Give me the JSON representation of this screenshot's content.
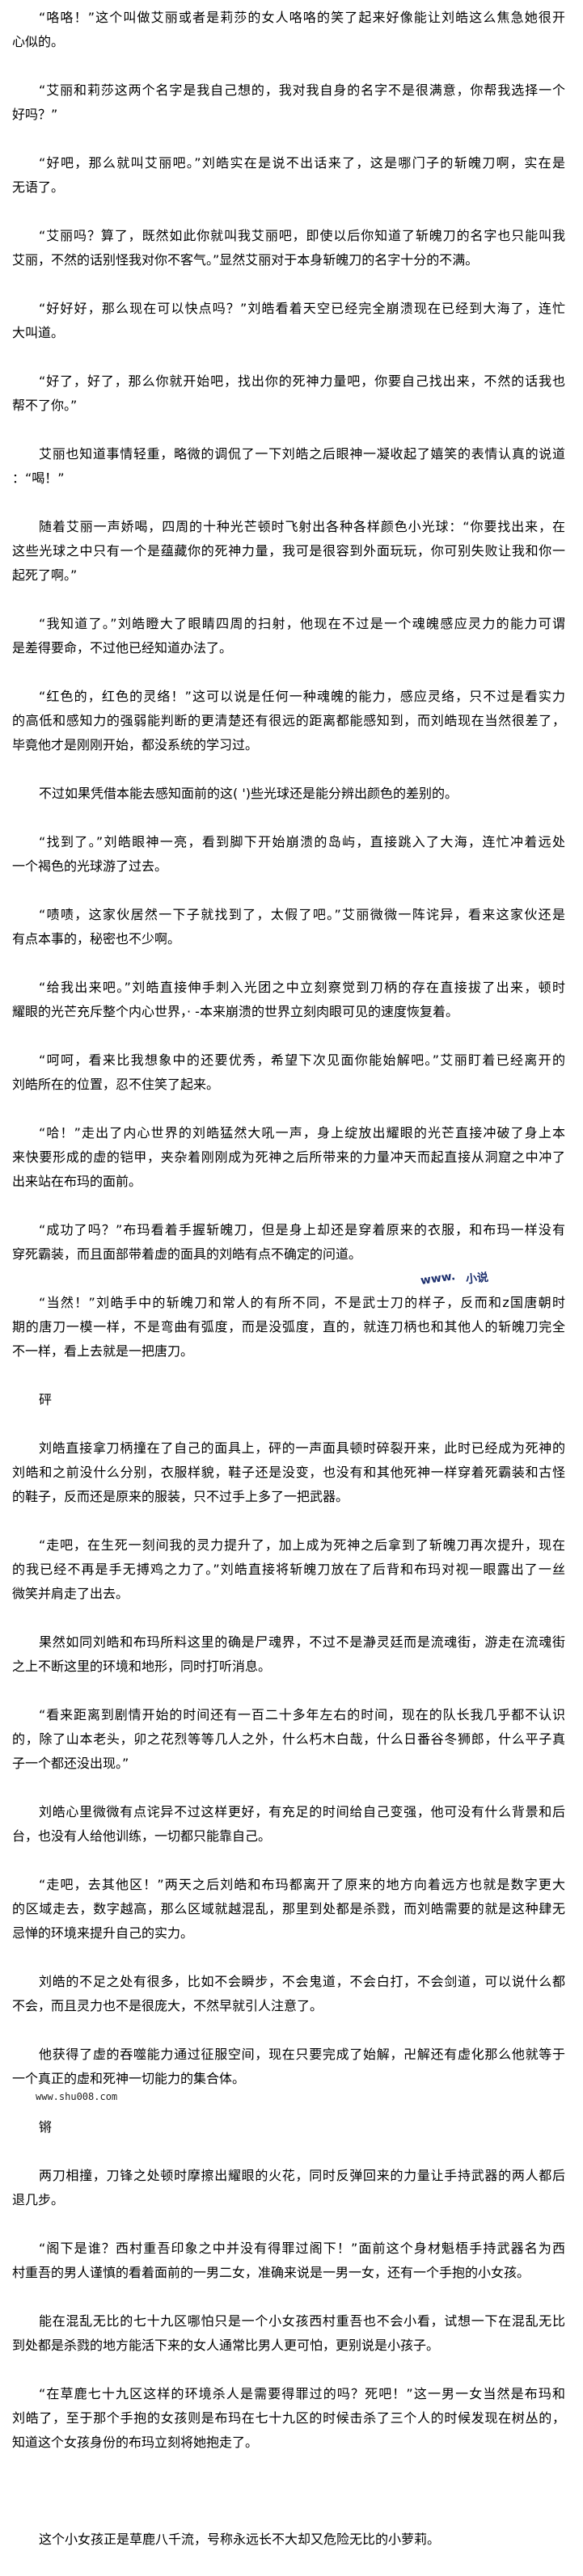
{
  "article": {
    "paragraphs": [
      {
        "lines": [
          "“咯咯！”这个叫做艾丽或者是莉莎的女人咯咯的笑了起来好像能让刘皓这么焦急她很开",
          "心似的。"
        ]
      },
      {
        "lines": [
          "“艾丽和莉莎这两个名字是我自己想的，我对我自身的名字不是很满意，你帮我选择一个",
          "好吗？”"
        ]
      },
      {
        "lines": [
          "“好吧，那么就叫艾丽吧。”刘皓实在是说不出话来了，这是哪门子的斩魄刀啊，实在是",
          "无语了。"
        ]
      },
      {
        "lines": [
          "“艾丽吗？算了，既然如此你就叫我艾丽吧，即使以后你知道了斩魄刀的名字也只能叫我",
          "艾丽，不然的话别怪我对你不客气。”显然艾丽对于本身斩魄刀的名字十分的不满。"
        ]
      },
      {
        "lines": [
          "“好好好，那么现在可以快点吗？”刘皓看着天空已经完全崩溃现在已经到大海了，连忙",
          "大叫道。"
        ]
      },
      {
        "lines": [
          "“好了，好了，那么你就开始吧，找出你的死神力量吧，你要自己找出来，不然的话我也",
          "帮不了你。”"
        ]
      },
      {
        "lines": [
          "艾丽也知道事情轻重，略微的调侃了一下刘皓之后眼神一凝收起了嬉笑的表情认真的说道",
          "：“喝！”"
        ]
      },
      {
        "lines": [
          "随着艾丽一声娇喝，四周的十种光芒顿时飞射出各种各样颜色小光球：“你要找出来，在",
          "这些光球之中只有一个是蕴藏你的死神力量，我可是很容到外面玩玩，你可别失败让我和你一",
          "起死了啊。”"
        ]
      },
      {
        "lines": [
          "“我知道了。”刘皓瞪大了眼睛四周的扫射，他现在不过是一个魂魄感应灵力的能力可谓",
          "是差得要命，不过他已经知道办法了。"
        ]
      },
      {
        "lines": [
          "“红色的，红色的灵络！”这可以说是任何一种魂魄的能力，感应灵络，只不过是看实力",
          "的高低和感知力的强弱能判断的更清楚还有很远的距离都能感知到，而刘皓现在当然很差了，",
          "毕竟他才是刚刚开始，都没系统的学习过。"
        ]
      },
      {
        "lines": [
          "不过如果凭借本能去感知面前的这(    ')些光球还是能分辨出颜色的差别的。"
        ]
      },
      {
        "lines": [
          "“找到了。”刘皓眼神一亮，看到脚下开始崩溃的岛屿，直接跳入了大海，连忙冲着远处",
          "一个褐色的光球游了过去。"
        ]
      },
      {
        "lines": [
          "“啧啧，这家伙居然一下子就找到了，太假了吧。”艾丽微微一阵诧异，看来这家伙还是",
          "有点本事的，秘密也不少啊。"
        ]
      },
      {
        "lines": [
          "“给我出来吧。”刘皓直接伸手刺入光团之中立刻察觉到刀柄的存在直接拔了出来，顿时",
          "耀眼的光芒充斥整个内心世界，·      -本来崩溃的世界立刻肉眼可见的速度恢复着。"
        ]
      },
      {
        "lines": [
          "“呵呵，看来比我想象中的还要优秀，希望下次见面你能始解吧。”艾丽盯着已经离开的",
          "刘皓所在的位置，忍不住笑了起来。"
        ]
      },
      {
        "lines": [
          "“哈！”走出了内心世界的刘皓猛然大吼一声，身上绽放出耀眼的光芒直接冲破了身上本",
          "来快要形成的虚的铠甲，夹杂着刚刚成为死神之后所带来的力量冲天而起直接从洞窟之中冲了",
          "出来站在布玛的面前。"
        ]
      },
      {
        "lines": [
          "“成功了吗？”布玛看着手握斩魄刀，但是身上却还是穿着原来的衣服，和布玛一样没有",
          "穿死霸装，而且面部带着虚的面具的刘皓有点不确定的问道。"
        ]
      },
      {
        "lines": [
          "“当然！”刘皓手中的斩魄刀和常人的有所不同，不是武士刀的样子，反而和z国唐朝时",
          "期的唐刀一模一样，不是弯曲有弧度，而是没弧度，直的，就连刀柄也和其他人的斩魄刀完全",
          "不一样，看上去就是一把唐刀。"
        ]
      },
      {
        "lines": [
          "砰"
        ]
      },
      {
        "lines": [
          "刘皓直接拿刀柄撞在了自己的面具上，砰的一声面具顿时碎裂开来，此时已经成为死神的",
          "刘皓和之前没什么分别，衣服样貌，鞋子还是没变，也没有和其他死神一样穿着死霸装和古怪",
          "的鞋子，反而还是原来的服装，只不过手上多了一把武器。"
        ]
      },
      {
        "lines": [
          "“走吧，在生死一刻间我的灵力提升了，加上成为死神之后拿到了斩魄刀再次提升，现在",
          "的我已经不再是手无搏鸡之力了。”刘皓直接将斩魄刀放在了后背和布玛对视一眼露出了一丝",
          "微笑并肩走了出去。"
        ]
      },
      {
        "lines": [
          "果然如同刘皓和布玛所料这里的确是尸魂界，不过不是瀞灵廷而是流魂街，游走在流魂街",
          "之上不断这里的环境和地形，同时打听消息。"
        ]
      },
      {
        "lines": [
          "“看来距离到剧情开始的时间还有一百二十多年左右的时间，现在的队长我几乎都不认识",
          "的，除了山本老头，卯之花烈等等几人之外，什么朽木白哉，什么日番谷冬狮郎，什么平子真",
          "子一个都还没出现。”"
        ]
      },
      {
        "lines": [
          "刘皓心里微微有点诧异不过这样更好，有充足的时间给自己变强，他可没有什么背景和后",
          "台，也没有人给他训练，一切都只能靠自己。"
        ]
      },
      {
        "lines": [
          "“走吧，去其他区！”两天之后刘皓和布玛都离开了原来的地方向着远方也就是数字更大",
          "的区域走去，数字越高，那么区域就越混乱，那里到处都是杀戮，而刘皓需要的就是这种肆无",
          "忌惮的环境来提升自己的实力。"
        ]
      },
      {
        "lines": [
          "刘皓的不足之处有很多，比如不会瞬步，不会鬼道，不会白打，不会剑道，可以说什么都",
          "不会，而且灵力也不是很庞大，不然早就引人注意了。"
        ]
      },
      {
        "lines": [
          "他获得了虚的吞噬能力通过征服空间，现在只要完成了始解，卍解还有虚化那么他就等于",
          "一个真正的虚和死神一切能力的集合体。"
        ],
        "tight": true
      },
      {
        "url": "www.shu008.com"
      },
      {
        "lines": [
          "锵"
        ]
      },
      {
        "lines": [
          "两刀相撞，刀锋之处顿时摩擦出耀眼的火花，同时反弹回来的力量让手持武器的两人都后",
          "退几步。"
        ]
      },
      {
        "lines": [
          "“阁下是谁？西村重吾印象之中并没有得罪过阁下！”面前这个身材魁梧手持武器名为西",
          "村重吾的男人谨慎的看着面前的一男二女，准确来说是一男一女，还有一个手抱的小女孩。"
        ]
      },
      {
        "lines": [
          "能在混乱无比的七十九区哪怕只是一个小女孩西村重吾也不会小看，试想一下在混乱无比",
          "到处都是杀戮的地方能活下来的女人通常比男人更可怕，更别说是小孩子。"
        ]
      },
      {
        "lines": [
          "“在草鹿七十九区这样的环境杀人是需要得罪过的吗？死吧！”这一男一女当然是布玛和",
          "刘皓了，至于那个手抱的女孩则是布玛在七十九区的时候击杀了三个人的时候发现在树丛的，",
          "知道这个女孩身份的布玛立刻将她抱走了。"
        ],
        "tail_gap": true
      },
      {
        "lines": [
          "这个小女孩正是草鹿八千流，号称永远长不大却又危险无比的小萝莉。"
        ]
      }
    ],
    "watermark": {
      "text": "www.",
      "fragment": "小说",
      "color": "#1c2f6e"
    }
  }
}
